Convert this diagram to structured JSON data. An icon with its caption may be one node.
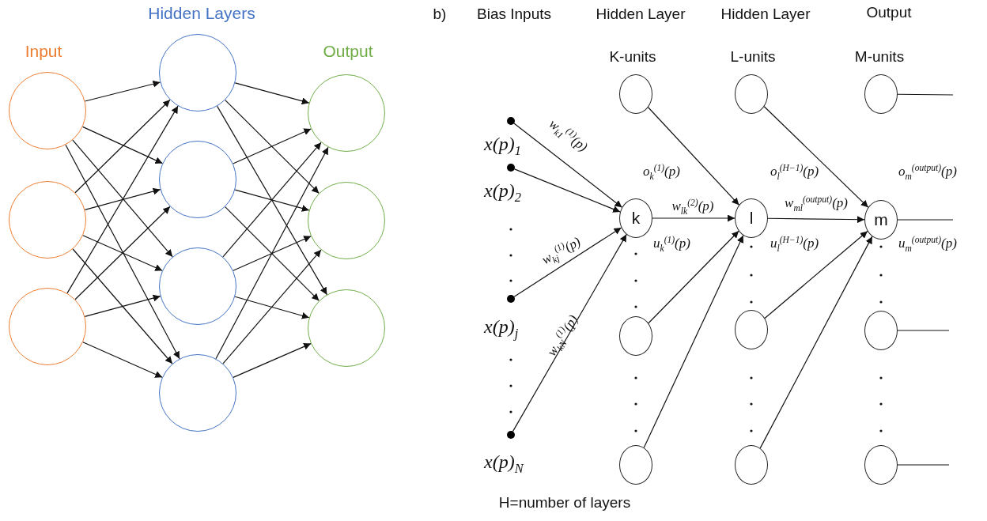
{
  "diagram": {
    "nodes": [
      {
        "text": [],
        "shape": "circle"
      },
      {
        "text": [],
        "shape": "circle"
      },
      {
        "text": [],
        "shape": "circle"
      },
      {
        "text": [],
        "shape": "circle"
      },
      {
        "text": [],
        "shape": "circle"
      },
      {
        "text": [],
        "shape": "circle"
      },
      {
        "text": [],
        "shape": "circle"
      },
      {
        "text": [],
        "shape": "circle"
      },
      {
        "text": [],
        "shape": "circle"
      },
      {
        "text": [],
        "shape": "circle"
      },
      {
        "text": [],
        "shape": "circle",
        "beside": [
          "x(p)$_{1}$"
        ]
      },
      {
        "text": [],
        "shape": "circle",
        "beside": [
          "x(p)$_{2}$"
        ]
      },
      {
        "text": [],
        "shape": "circle",
        "beside": [
          "x(p)$_{j}$"
        ]
      },
      {
        "text": [],
        "shape": "circle",
        "beside": [
          "x(p)$_{N}$"
        ]
      },
      {
        "text": [],
        "shape": "circle"
      },
      {
        "text": [
          "k"
        ],
        "beside": [
          "o$_{k}$$^{(1)}$(p)",
          "u$_{k}$$^{(1)}$(p)"
        ]
      },
      {
        "text": [],
        "shape": "circle"
      },
      {
        "text": [],
        "shape": "circle"
      },
      {
        "text": [],
        "shape": "circle"
      },
      {
        "text": [
          "l"
        ],
        "beside": [
          "o$_{l}$$^{(H−1)}$(p)",
          "u$_{l}$$^{(H−1)}$(p)"
        ]
      },
      {
        "text": [],
        "shape": "circle"
      },
      {
        "text": [],
        "shape": "circle"
      },
      {
        "text": [],
        "shape": "circle"
      },
      {
        "text": [
          "m"
        ],
        "beside": [
          "o$_{m}$$^{(output)}$(p)",
          "u$_{m}$$^{(output)}$(p)"
        ]
      },
      {
        "text": [],
        "shape": "circle"
      },
      {
        "text": [],
        "shape": "circle"
      }
    ],
    "edges": [
      {
        "from": 0,
        "to": 3,
        "arrow": "to"
      },
      {
        "from": 0,
        "to": 4,
        "arrow": "to"
      },
      {
        "from": 0,
        "to": 5,
        "arrow": "to"
      },
      {
        "from": 0,
        "to": 6,
        "arrow": "to"
      },
      {
        "from": 1,
        "to": 3,
        "arrow": "to"
      },
      {
        "from": 1,
        "to": 4,
        "arrow": "to"
      },
      {
        "from": 1,
        "to": 5,
        "arrow": "to"
      },
      {
        "from": 1,
        "to": 6,
        "arrow": "to"
      },
      {
        "from": 2,
        "to": 3,
        "arrow": "to"
      },
      {
        "from": 2,
        "to": 4,
        "arrow": "to"
      },
      {
        "from": 2,
        "to": 5,
        "arrow": "to"
      },
      {
        "from": 2,
        "to": 6,
        "arrow": "to"
      },
      {
        "from": 3,
        "to": 7,
        "arrow": "to"
      },
      {
        "from": 3,
        "to": 8,
        "arrow": "to"
      },
      {
        "from": 3,
        "to": 9,
        "arrow": "to"
      },
      {
        "from": 4,
        "to": 7,
        "arrow": "to"
      },
      {
        "from": 4,
        "to": 8,
        "arrow": "to"
      },
      {
        "from": 4,
        "to": 9,
        "arrow": "to"
      },
      {
        "from": 5,
        "to": 7,
        "arrow": "to"
      },
      {
        "from": 5,
        "to": 8,
        "arrow": "to"
      },
      {
        "from": 5,
        "to": 9,
        "arrow": "to"
      },
      {
        "from": 6,
        "to": 7,
        "arrow": "to"
      },
      {
        "from": 6,
        "to": 8,
        "arrow": "to"
      },
      {
        "from": 6,
        "to": 9,
        "arrow": "to"
      },
      {
        "from": 10,
        "to": 15,
        "arrow": "to",
        "label": "w$_{k1}$$^{(1)}$(p)"
      },
      {
        "from": 11,
        "to": 15,
        "arrow": "to"
      },
      {
        "from": 12,
        "to": 15,
        "arrow": "to",
        "label": "w$_{kj}$$^{(1)}$(p)"
      },
      {
        "from": 13,
        "to": 15,
        "arrow": "to",
        "label": "w$_{kN}$$^{(1)}$(p)"
      },
      {
        "from": 14,
        "to": 19,
        "arrow": "to"
      },
      {
        "from": 15,
        "to": 19,
        "arrow": "to",
        "label": "w$_{lk}$$^{(2)}$(p)"
      },
      {
        "from": 16,
        "to": 19,
        "arrow": "to"
      },
      {
        "from": 17,
        "to": 19,
        "arrow": "to"
      },
      {
        "from": 18,
        "to": 23,
        "arrow": "to"
      },
      {
        "from": 19,
        "to": 23,
        "arrow": "to",
        "label": "w$_{ml}$$^{(output)}$(p)"
      },
      {
        "from": 20,
        "to": 23,
        "arrow": "to"
      },
      {
        "from": 21,
        "to": 23,
        "arrow": "to"
      },
      {
        "from": 22,
        "to": null,
        "arrow": "none"
      },
      {
        "from": 23,
        "to": null,
        "arrow": "none"
      },
      {
        "from": 24,
        "to": null,
        "arrow": "none"
      },
      {
        "from": 25,
        "to": null,
        "arrow": "none"
      }
    ],
    "labels": [
      "Hidden Layers",
      "b)",
      "Bias Inputs",
      "Hidden Layer",
      "Hidden Layer",
      "Output",
      "Input",
      "Output",
      "K-units",
      "L-units",
      "M-units",
      "H=number of layers"
    ]
  }
}
